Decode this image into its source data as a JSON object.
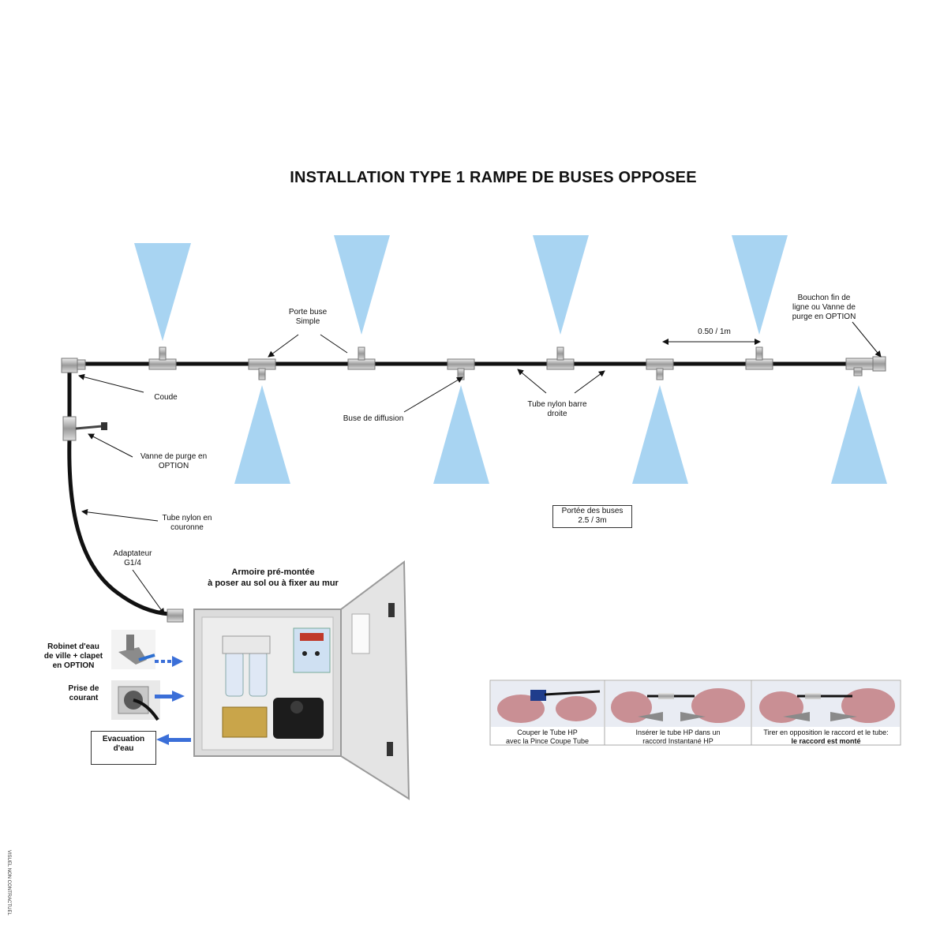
{
  "title": "INSTALLATION TYPE 1 RAMPE DE BUSES OPPOSEE",
  "labels": {
    "porte_buse": [
      "Porte buse",
      "Simple"
    ],
    "bouchon": [
      "Bouchon fin de",
      "ligne ou Vanne de",
      "purge en OPTION"
    ],
    "spacing": "0.50 / 1m",
    "coude": "Coude",
    "buse_diffusion": "Buse de diffusion",
    "tube_barre": [
      "Tube nylon barre",
      "droite"
    ],
    "vanne_purge": [
      "Vanne de purge en",
      "OPTION"
    ],
    "tube_couronne": [
      "Tube nylon en",
      "couronne"
    ],
    "adaptateur": [
      "Adaptateur",
      "G1/4"
    ],
    "portee": [
      "Portée des buses",
      "2.5 / 3m"
    ],
    "armoire": [
      "Armoire pré-montée",
      "à poser au sol ou à fixer au mur"
    ],
    "robinet": [
      "Robinet d'eau",
      "de ville + clapet",
      "en OPTION"
    ],
    "prise": [
      "Prise de",
      "courant"
    ],
    "evacuation": [
      "Evacuation",
      "d'eau"
    ]
  },
  "steps": [
    {
      "line1": "Couper le Tube HP",
      "line2": "avec la Pince Coupe Tube"
    },
    {
      "line1": "Insérer le tube HP dans un",
      "line2": "raccord Instantané HP"
    },
    {
      "line1": "Tirer en opposition le raccord et le tube:",
      "line2": "le raccord est monté"
    }
  ],
  "footer": "VISUEL NON CONTRACTUEL",
  "colors": {
    "spray": "#a8d4f2",
    "tube": "#111111",
    "arrow": "#3b6fd8",
    "metal": "#b9b9b9"
  }
}
